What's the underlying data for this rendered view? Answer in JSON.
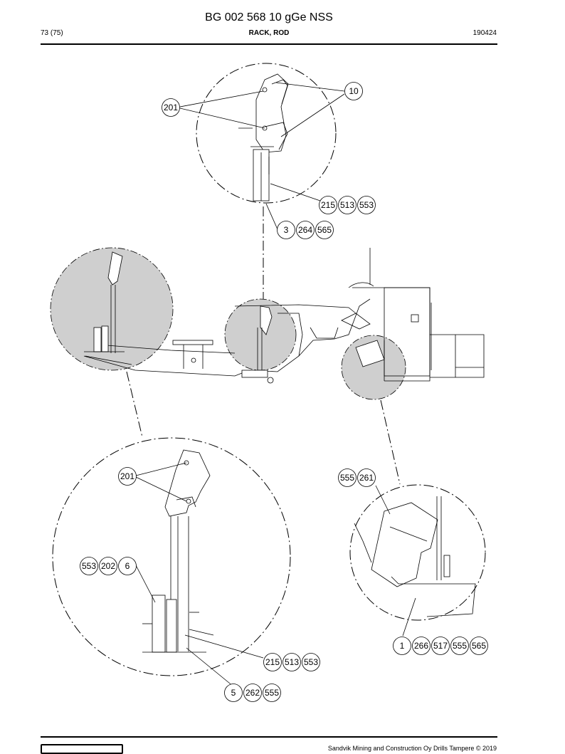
{
  "header": {
    "title": "BG 002 568 10 gGe NSS",
    "page": "73 (75)",
    "section": "RACK, ROD",
    "date": "190424"
  },
  "footer": {
    "copyright": "Sandvik Mining and Construction Oy Drills Tampere © 2019"
  },
  "callouts": {
    "top": [
      "201",
      "10",
      "215",
      "513",
      "553",
      "3",
      "264",
      "565"
    ],
    "bottom_left": [
      "201",
      "553",
      "202",
      "6",
      "215",
      "513",
      "553",
      "5",
      "262",
      "555"
    ],
    "bottom_right": [
      "555",
      "261",
      "1",
      "266",
      "517",
      "555",
      "565"
    ]
  }
}
